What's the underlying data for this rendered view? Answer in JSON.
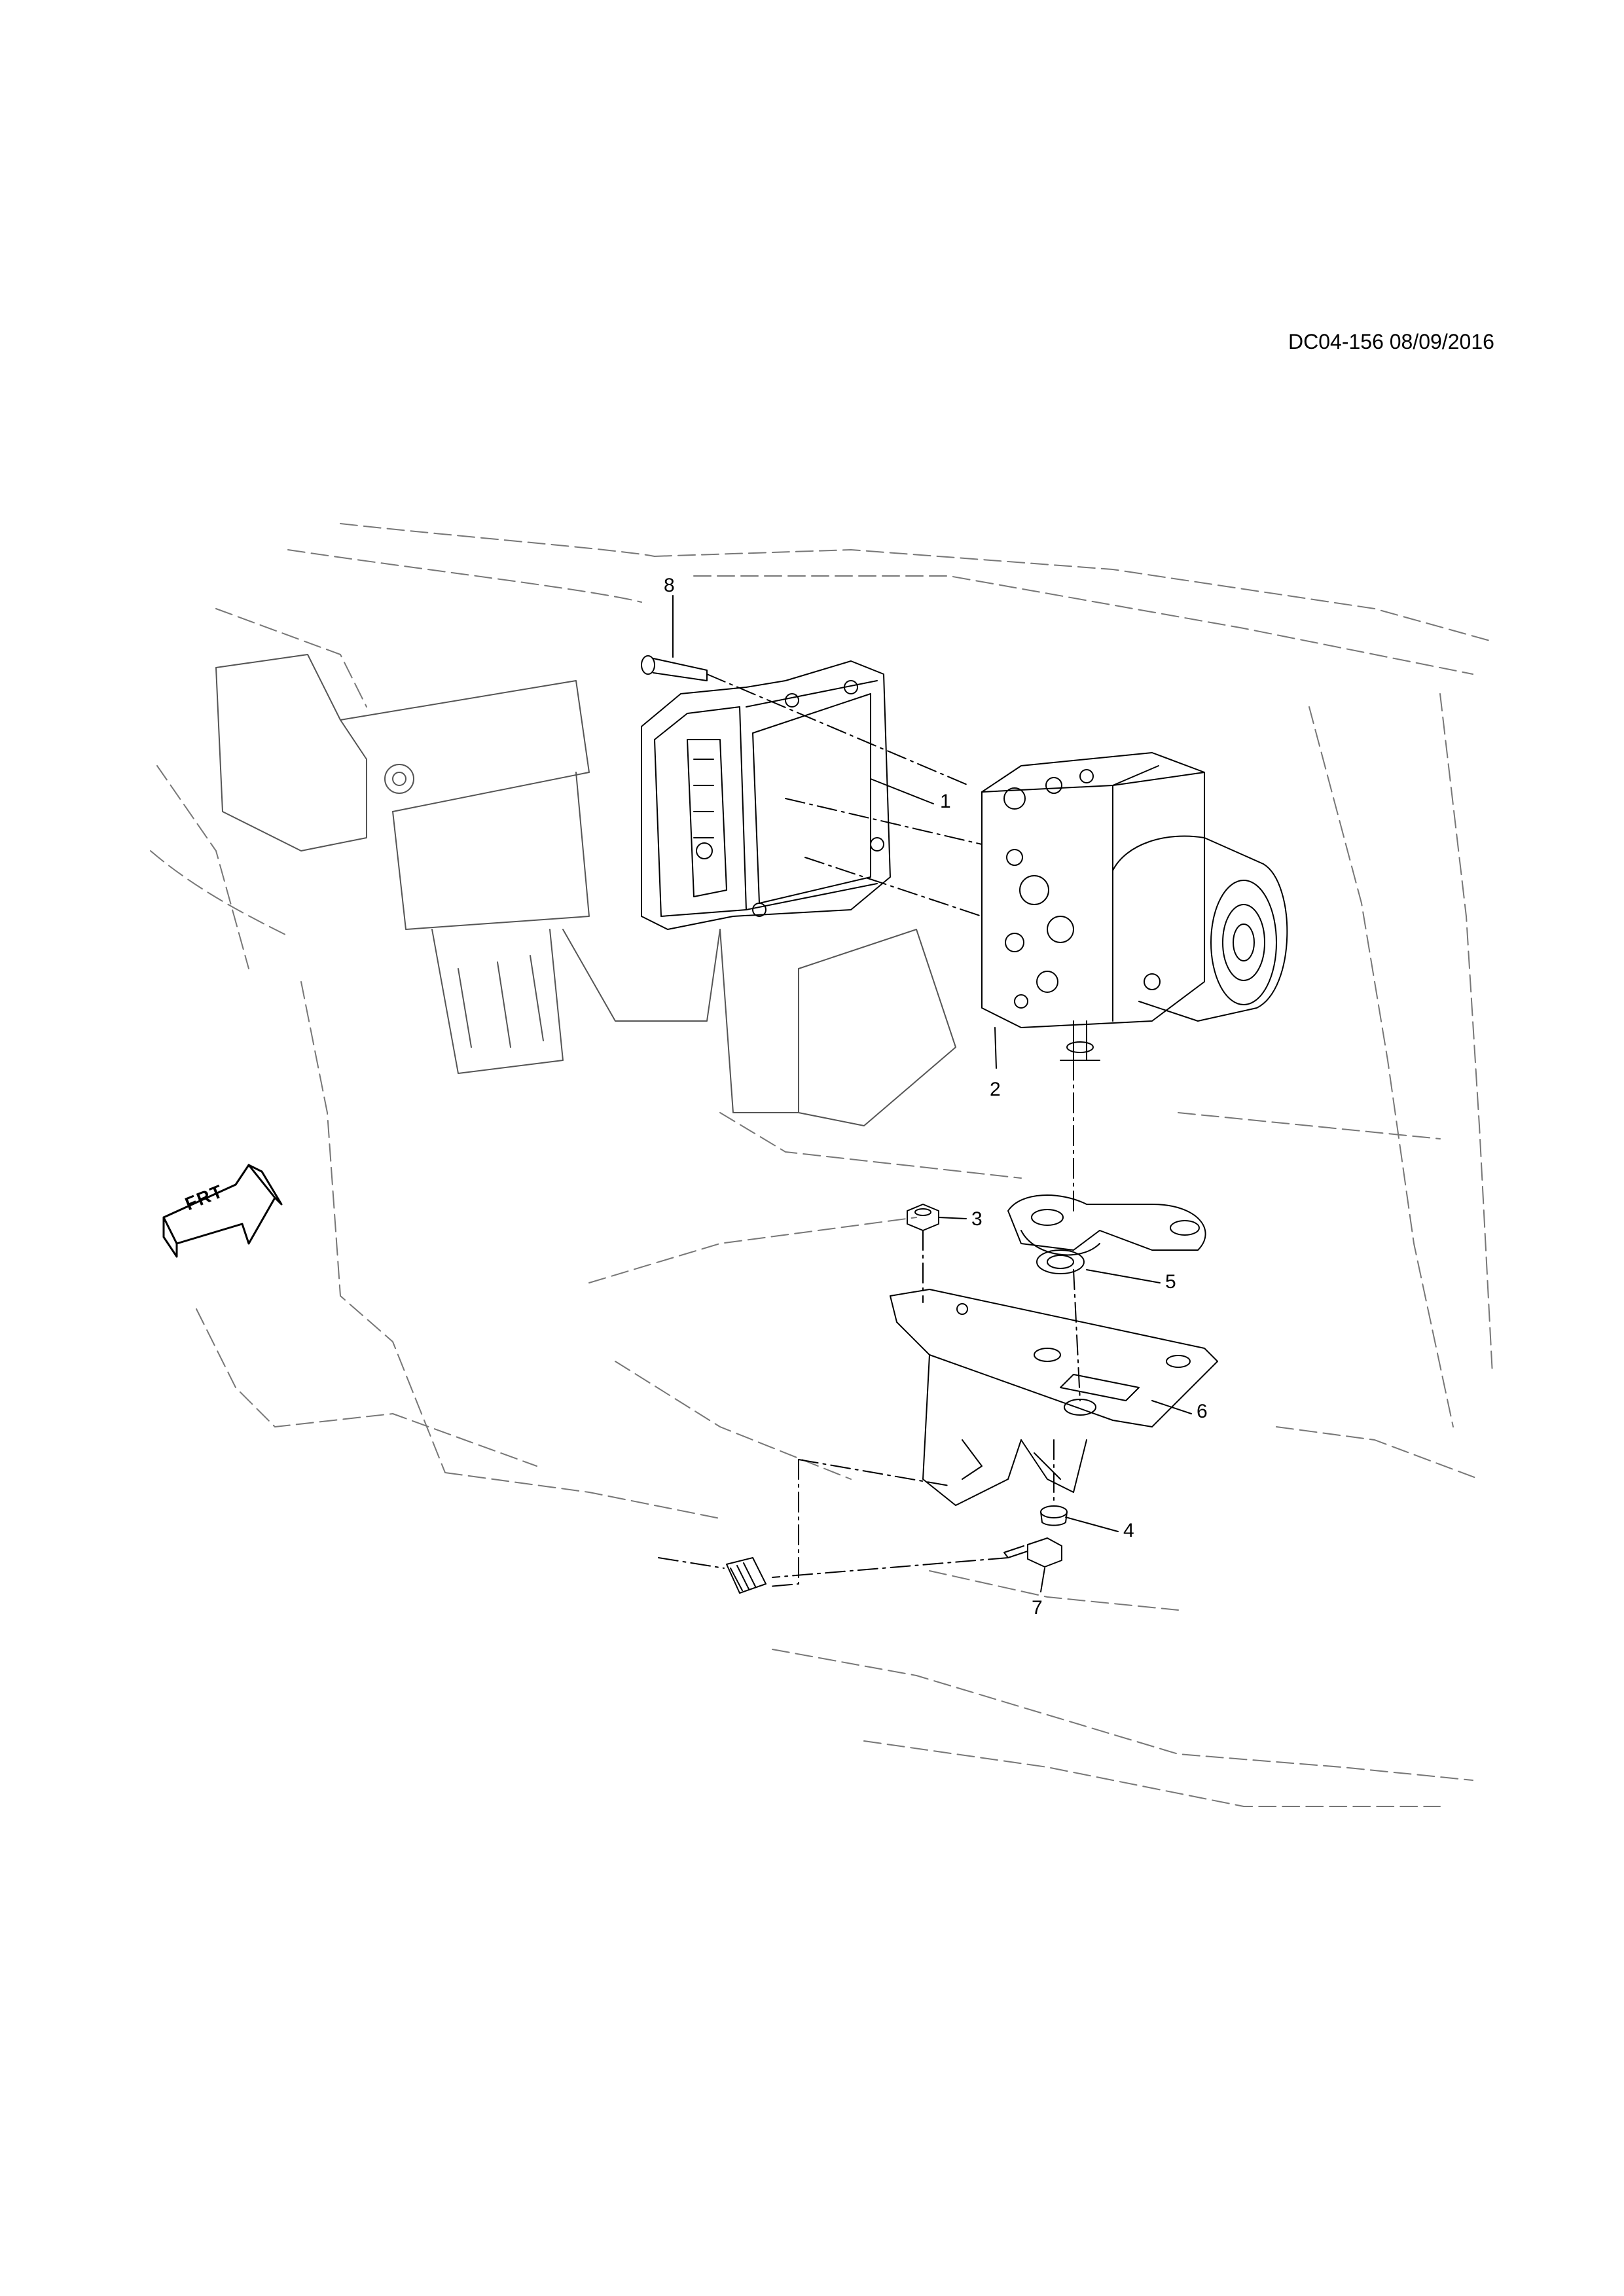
{
  "reference": "DC04-156 08/09/2016",
  "orientation_marker": "FRT",
  "callouts": [
    "1",
    "2",
    "3",
    "4",
    "5",
    "6",
    "7",
    "8"
  ]
}
